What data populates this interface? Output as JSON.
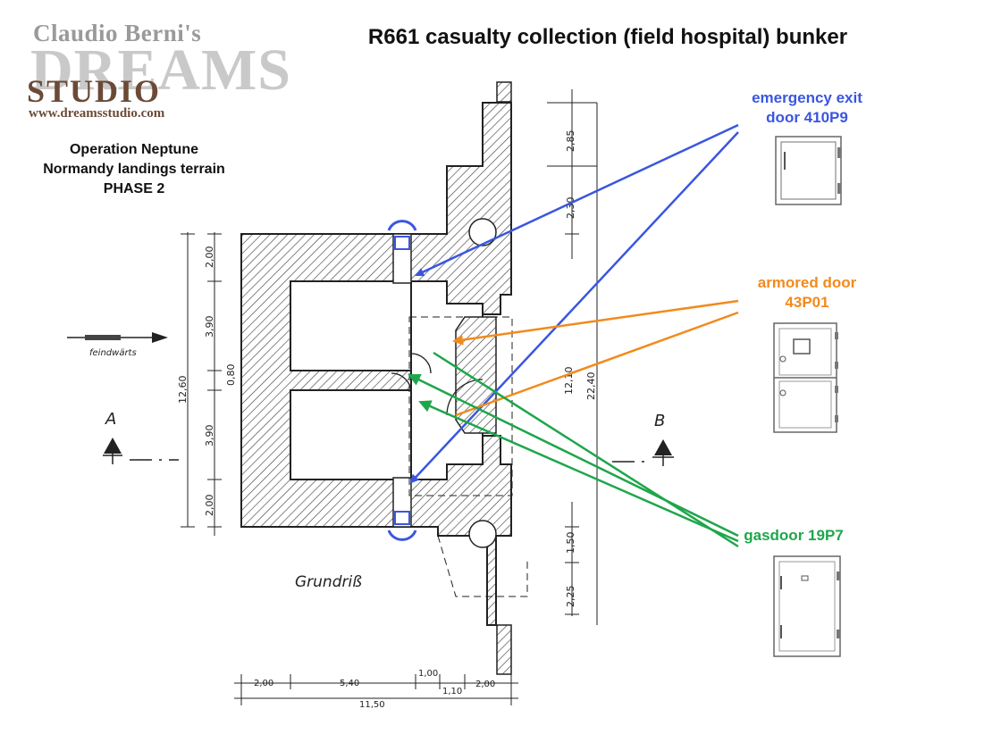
{
  "logo": {
    "author": "Claudio Berni's",
    "brand_top": "DREAMS",
    "brand_bottom": "STUDIO",
    "url": "www.dreamsstudio.com"
  },
  "info": {
    "line1": "Operation Neptune",
    "line2": "Normandy landings terrain",
    "line3": "PHASE 2"
  },
  "title": "R661 casualty collection (field hospital) bunker",
  "callouts": {
    "emergency_exit": {
      "line1": "emergency exit",
      "line2": "door 410P9",
      "color": "#3a56e0"
    },
    "armored_door": {
      "line1": "armored door",
      "line2": "43P01",
      "color": "#f28a1c"
    },
    "gasdoor": {
      "line1": "gasdoor 19P7",
      "color": "#1ea64b"
    }
  },
  "plan": {
    "caption": "Grundriß",
    "arrow_label": "feindwärts",
    "section_a": "A",
    "section_b": "B",
    "dims_left": [
      "2,00",
      "3,90",
      "0,80",
      "3,90",
      "2,00"
    ],
    "dim_left_total": "12,60",
    "dims_right": [
      "2,85",
      "2,30",
      "1,50",
      "2,25"
    ],
    "dims_right_total": [
      "12,10",
      "22,40"
    ],
    "dims_bottom": [
      "2,00",
      "5,40",
      "1,00",
      "1,10",
      "2,00"
    ],
    "dim_bottom_total": "11,50"
  }
}
